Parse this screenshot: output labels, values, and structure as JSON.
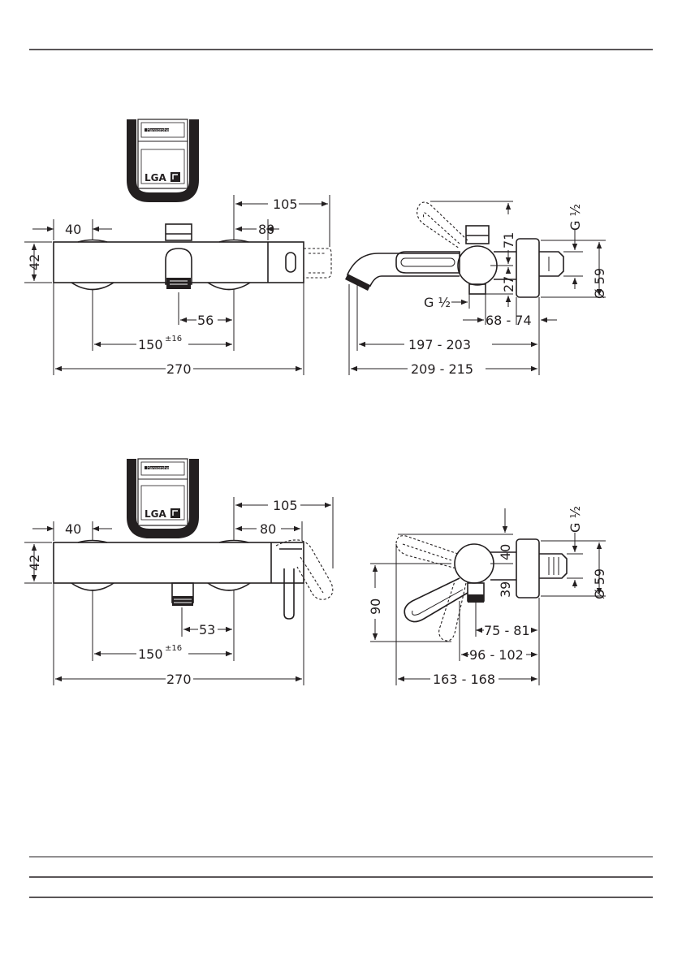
{
  "badge": {
    "logo_text": "LGA",
    "small_text": "Hansgrohe"
  },
  "drawing_top_front": {
    "dim_40": "40",
    "dim_42": "42",
    "dim_105": "105",
    "dim_80": "80",
    "dim_56": "56",
    "dim_150": "150",
    "dim_150_tol": "±16",
    "dim_270": "270"
  },
  "drawing_top_side": {
    "dim_71": "71",
    "dim_27": "27",
    "thread_top": "G ½",
    "thread_bottom": "G ½",
    "dim_59": "Ø 59",
    "dim_68_74": "68 - 74",
    "dim_197_203": "197 - 203",
    "dim_209_215": "209 - 215"
  },
  "drawing_bottom_front": {
    "dim_40": "40",
    "dim_42": "42",
    "dim_105": "105",
    "dim_80": "80",
    "dim_53": "53",
    "dim_150": "150",
    "dim_150_tol": "±16",
    "dim_270": "270"
  },
  "drawing_bottom_side": {
    "thread": "G ½",
    "dim_40": "40",
    "dim_39": "39",
    "dim_59": "Ø 59",
    "dim_90": "90",
    "dim_75_81": "75 - 81",
    "dim_96_102": "96 - 102",
    "dim_163_168": "163 - 168"
  }
}
